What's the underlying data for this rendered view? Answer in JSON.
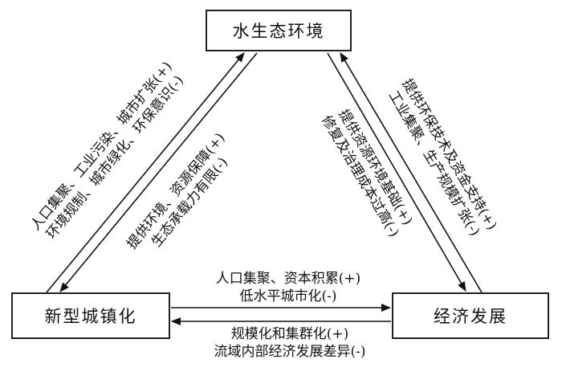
{
  "nodes": {
    "water": "水生态环境",
    "urban": "新型城镇化",
    "economy": "经济发展"
  },
  "edges": {
    "urban_to_water": [
      "人口集聚、工业污染、城市扩张(+)",
      "环境规制、城市绿化、环保意识(-)"
    ],
    "water_to_urban": [
      "提供环境、资源保障(+)",
      "生态承载力有限(-)"
    ],
    "water_to_econ": [
      "提供资源环境基础(+)",
      "修复及治理成本过高(-)"
    ],
    "econ_to_water": [
      "提供环保技术及资金支持(+)",
      "工业集聚、生产规模扩张(-)"
    ],
    "urban_to_econ": [
      "人口集聚、资本积累(+)",
      "低水平城市化(-)"
    ],
    "econ_to_urban": [
      "规模化和集群化(+)",
      "流域内部经济发展差异(-)"
    ]
  }
}
